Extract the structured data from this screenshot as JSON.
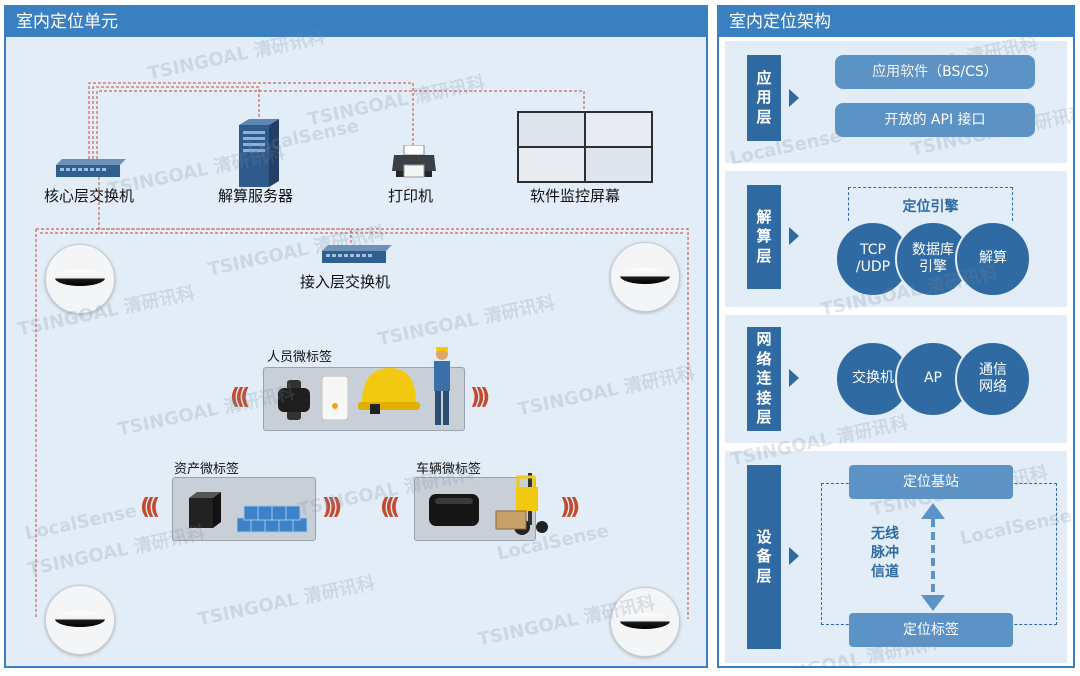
{
  "left": {
    "title": "室内定位单元",
    "devices": {
      "core_switch": "核心层交换机",
      "server": "解算服务器",
      "printer": "打印机",
      "monitor": "软件监控屏幕",
      "access_switch": "接入层交换机"
    },
    "tags": {
      "personnel": "人员微标签",
      "asset": "资产微标签",
      "vehicle": "车辆微标签"
    }
  },
  "right": {
    "title": "室内定位架构",
    "layers": [
      {
        "name": "应用层",
        "items": [
          "应用软件（BS/CS）",
          "开放的 API 接口"
        ]
      },
      {
        "name": "解算层",
        "engine": "定位引擎",
        "items": [
          "TCP\n/UDP",
          "数据库\n引擎",
          "解算"
        ]
      },
      {
        "name": "网络连接层",
        "items": [
          "交换机",
          "AP",
          "通信\n网络"
        ]
      },
      {
        "name": "设备层",
        "top": "定位基站",
        "middle": "无线\n脉冲\n信道",
        "bottom": "定位标签"
      }
    ]
  },
  "watermarks": [
    "TSINGOAL 清研讯科",
    "LocalSense"
  ],
  "colors": {
    "header": "#3a7fc0",
    "layer_dark": "#2f6aa3",
    "pill": "#5c93c7",
    "wire": "#c44a2f"
  }
}
